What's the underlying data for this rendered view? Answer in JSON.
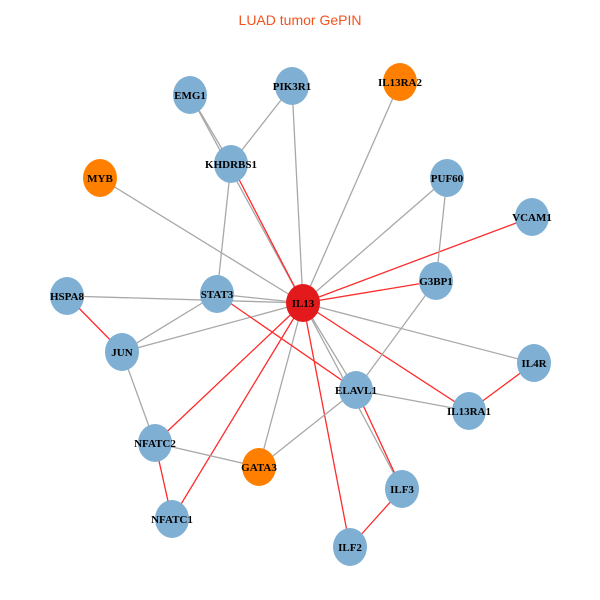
{
  "title": "LUAD tumor GePIN",
  "colors": {
    "center": "#e31a1c",
    "default": "#7fafd2",
    "highlight": "#ff7f00",
    "edge_gray": "#a8a8a8",
    "edge_red": "#ff2a2a"
  },
  "nodes": [
    {
      "id": "IL13",
      "type": "center"
    },
    {
      "id": "EMG1",
      "type": "default"
    },
    {
      "id": "PIK3R1",
      "type": "default"
    },
    {
      "id": "IL13RA2",
      "type": "highlight"
    },
    {
      "id": "KHDRBS1",
      "type": "default"
    },
    {
      "id": "MYB",
      "type": "highlight"
    },
    {
      "id": "PUF60",
      "type": "default"
    },
    {
      "id": "VCAM1",
      "type": "default"
    },
    {
      "id": "G3BP1",
      "type": "default"
    },
    {
      "id": "STAT3",
      "type": "default"
    },
    {
      "id": "HSPA8",
      "type": "default"
    },
    {
      "id": "JUN",
      "type": "default"
    },
    {
      "id": "IL4R",
      "type": "default"
    },
    {
      "id": "ELAVL1",
      "type": "default"
    },
    {
      "id": "IL13RA1",
      "type": "default"
    },
    {
      "id": "NFATC2",
      "type": "default"
    },
    {
      "id": "GATA3",
      "type": "highlight"
    },
    {
      "id": "ILF3",
      "type": "default"
    },
    {
      "id": "NFATC1",
      "type": "default"
    },
    {
      "id": "ILF2",
      "type": "default"
    }
  ],
  "edges": [
    [
      "IL13",
      "EMG1",
      "gray"
    ],
    [
      "IL13",
      "PIK3R1",
      "gray"
    ],
    [
      "IL13",
      "IL13RA2",
      "gray"
    ],
    [
      "IL13",
      "KHDRBS1",
      "red"
    ],
    [
      "IL13",
      "MYB",
      "gray"
    ],
    [
      "IL13",
      "PUF60",
      "gray"
    ],
    [
      "IL13",
      "VCAM1",
      "red"
    ],
    [
      "IL13",
      "G3BP1",
      "red"
    ],
    [
      "IL13",
      "STAT3",
      "gray"
    ],
    [
      "IL13",
      "HSPA8",
      "gray"
    ],
    [
      "IL13",
      "JUN",
      "gray"
    ],
    [
      "IL13",
      "IL4R",
      "gray"
    ],
    [
      "IL13",
      "ELAVL1",
      "gray"
    ],
    [
      "IL13",
      "IL13RA1",
      "red"
    ],
    [
      "IL13",
      "NFATC2",
      "red"
    ],
    [
      "IL13",
      "GATA3",
      "gray"
    ],
    [
      "IL13",
      "ILF3",
      "gray"
    ],
    [
      "IL13",
      "ILF2",
      "red"
    ],
    [
      "IL13",
      "NFATC1",
      "red"
    ],
    [
      "EMG1",
      "KHDRBS1",
      "gray"
    ],
    [
      "PIK3R1",
      "KHDRBS1",
      "gray"
    ],
    [
      "KHDRBS1",
      "STAT3",
      "gray"
    ],
    [
      "PUF60",
      "G3BP1",
      "gray"
    ],
    [
      "G3BP1",
      "ELAVL1",
      "gray"
    ],
    [
      "STAT3",
      "ELAVL1",
      "red"
    ],
    [
      "STAT3",
      "JUN",
      "gray"
    ],
    [
      "HSPA8",
      "JUN",
      "red"
    ],
    [
      "JUN",
      "NFATC2",
      "gray"
    ],
    [
      "NFATC2",
      "GATA3",
      "gray"
    ],
    [
      "NFATC2",
      "NFATC1",
      "red"
    ],
    [
      "GATA3",
      "ELAVL1",
      "gray"
    ],
    [
      "ELAVL1",
      "IL13RA1",
      "gray"
    ],
    [
      "IL13RA1",
      "IL4R",
      "red"
    ],
    [
      "ILF3",
      "ILF2",
      "red"
    ],
    [
      "ELAVL1",
      "ILF3",
      "red"
    ]
  ]
}
